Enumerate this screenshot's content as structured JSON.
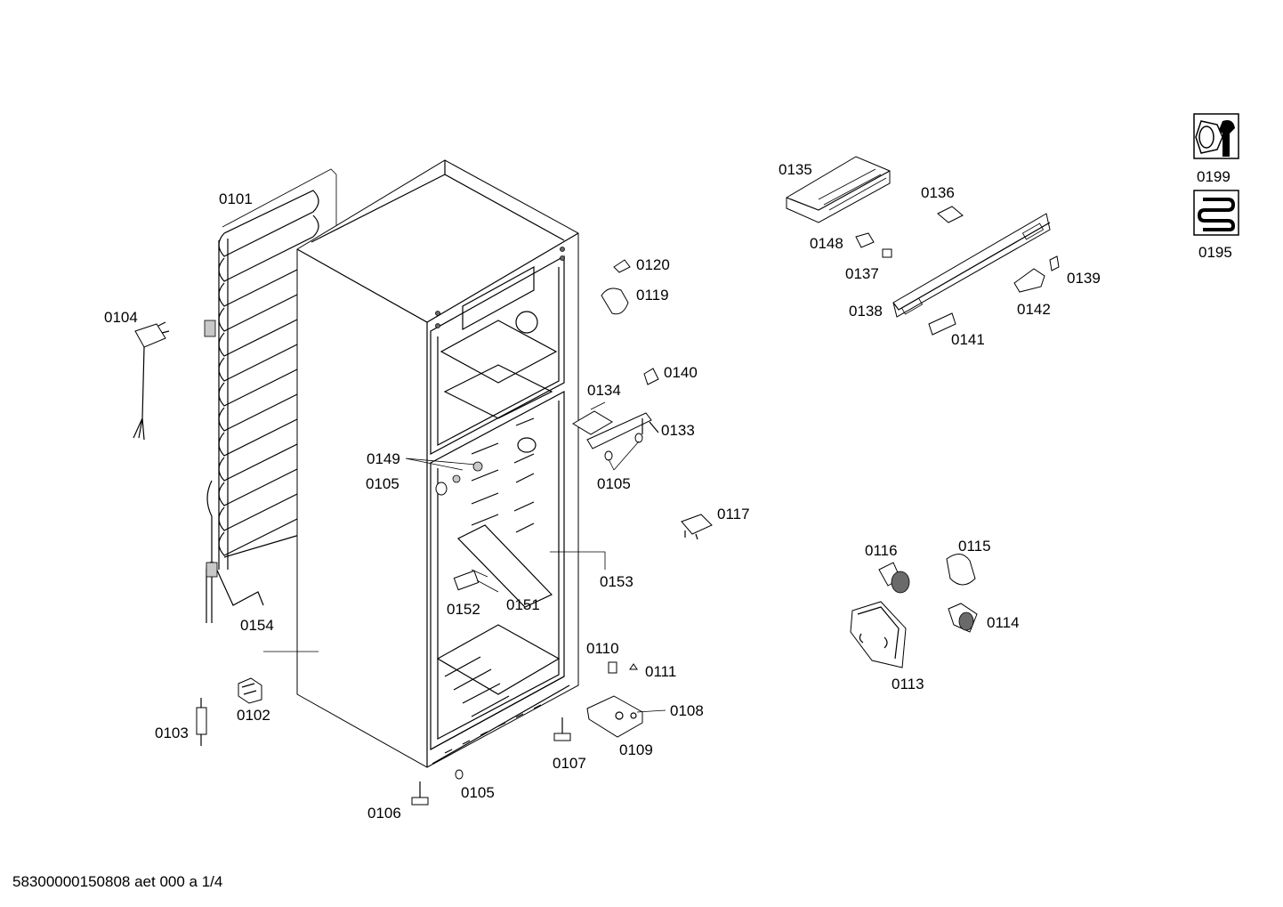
{
  "diagram": {
    "labels": {
      "p0101": "0101",
      "p0102": "0102",
      "p0103": "0103",
      "p0104": "0104",
      "p0105a": "0105",
      "p0105b": "0105",
      "p0105c": "0105",
      "p0106": "0106",
      "p0107": "0107",
      "p0108": "0108",
      "p0109": "0109",
      "p0110": "0110",
      "p0111": "0111",
      "p0113": "0113",
      "p0114": "0114",
      "p0115": "0115",
      "p0116": "0116",
      "p0117": "0117",
      "p0119": "0119",
      "p0120": "0120",
      "p0133": "0133",
      "p0134": "0134",
      "p0135": "0135",
      "p0136": "0136",
      "p0137": "0137",
      "p0138": "0138",
      "p0139": "0139",
      "p0140": "0140",
      "p0141": "0141",
      "p0142": "0142",
      "p0148": "0148",
      "p0149": "0149",
      "p0151": "0151",
      "p0152": "0152",
      "p0153": "0153",
      "p0154": "0154",
      "p0195": "0195",
      "p0199": "0199"
    },
    "icons": [
      "wrench-nut-icon",
      "heating-coil-icon"
    ]
  },
  "footer": {
    "doc_id": "58300000150808 aet 000 a 1/4"
  }
}
